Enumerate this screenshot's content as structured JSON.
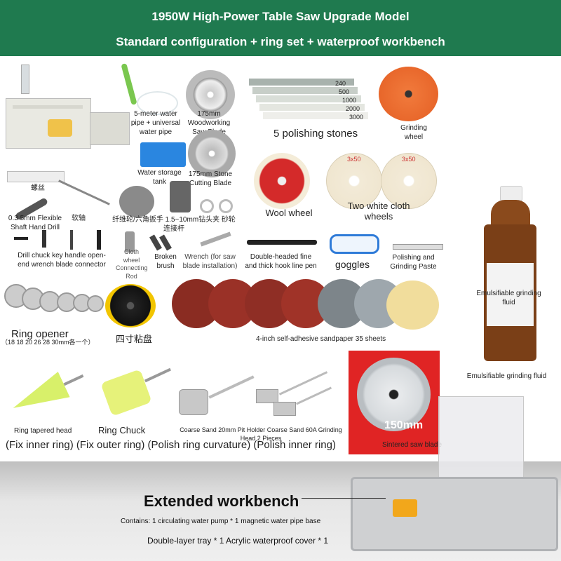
{
  "header": {
    "title": "1950W High-Power Table Saw Upgrade Model",
    "subtitle": "Standard configuration + ring set + waterproof workbench"
  },
  "labels": {
    "water_pipe": "5-meter water pipe + universal water pipe",
    "woodworking_blade": "175mm Woodworking Saw Blade",
    "polishing_stones": "5 polishing stones",
    "grinding_wheel": "Grinding wheel",
    "stone_numbers": [
      "240",
      "500",
      "1000",
      "2000",
      "3000"
    ],
    "water_tank": "Water storage tank",
    "stone_cutting_blade": "175mm Stone Cutting Blade",
    "wool_wheel": "Wool wheel",
    "cloth_wheels": "Two white cloth wheels",
    "cloth_wheel_size": "3x50",
    "fastener_cn": "螺丝",
    "flexible_shaft": "0.3 5mm Flexible Shaft Hand Drill",
    "flexible_shaft_cn": "软轴",
    "fiber_wheel_cn": "纤维轮/六角扳手  1.5~10mm钻头夹 砂轮连接杆",
    "drill_chuck": "Drill chuck key handle open-end wrench blade connector",
    "cloth_wheel_rod": "Cloth wheel Connecting Rod",
    "broken_brush": "Broken brush",
    "wrench": "Wrench (for saw blade installation)",
    "pen": "Double-headed fine and thick hook line pen",
    "goggles": "goggles",
    "paste": "Polishing and Grinding Paste",
    "grinding_fluid": "Emulsifiable grinding fluid",
    "grinding_fluid_bottom": "Emulsifiable grinding fluid",
    "ring_opener": "Ring opener",
    "ring_opener_sizes": "（18 18 20 26 28 30mm各一个）",
    "disc_cn": "四寸粘盘",
    "sandpaper": "4-inch self-adhesive sandpaper 35 sheets",
    "saw_size": "150mm",
    "sintered_blade": "Sintered saw blade",
    "ring_tapered_head": "Ring tapered head",
    "ring_chuck": "Ring Chuck",
    "grinding_heads": "Coarse Sand 20mm Pit Holder Coarse Sand 60A Grinding Head 2 Pieces",
    "fix_captions": "(Fix inner ring) (Fix outer ring) (Polish ring curvature) (Polish inner ring)"
  },
  "workbench": {
    "title": "Extended workbench",
    "contains": "Contains: 1 circulating water pump * 1 magnetic water pipe base",
    "tray": "Double-layer tray * 1 Acrylic waterproof cover * 1"
  },
  "colors": {
    "header_bg": "#1f7a4f",
    "wool_red": "#d42a2a",
    "sintered_box": "#e02424"
  }
}
